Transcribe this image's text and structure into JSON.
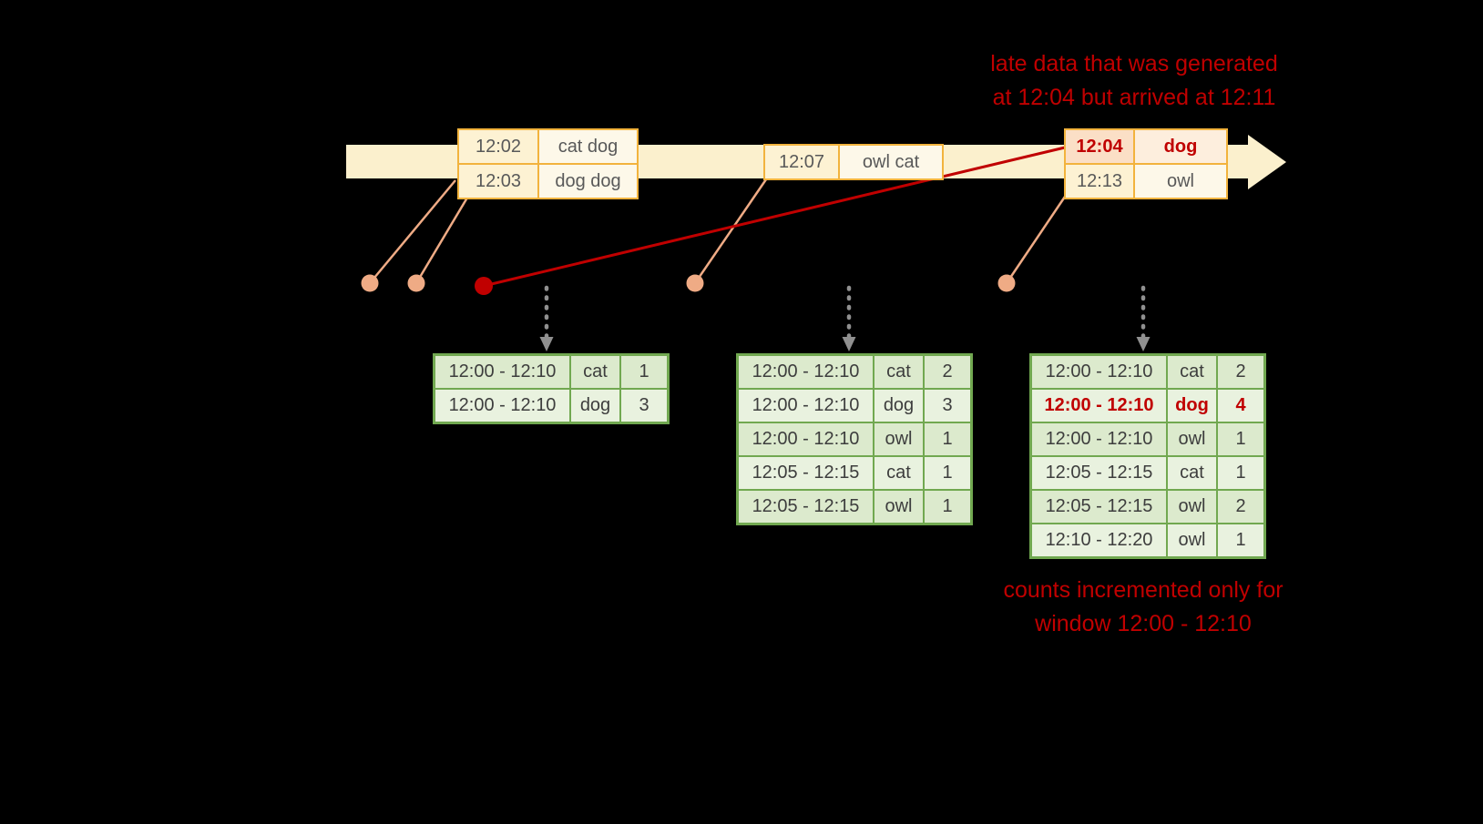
{
  "annotations": {
    "late_data": {
      "line1": "late data that was generated",
      "line2": "at 12:04 but arrived at 12:11"
    },
    "counts_note": {
      "line1": "counts incremented only for",
      "line2": "window 12:00 - 12:10"
    }
  },
  "timeline": {
    "events": [
      {
        "rows": [
          {
            "time": "12:02",
            "words": "cat dog"
          },
          {
            "time": "12:03",
            "words": "dog dog"
          }
        ]
      },
      {
        "rows": [
          {
            "time": "12:07",
            "words": "owl cat"
          }
        ]
      },
      {
        "rows": [
          {
            "time": "12:04",
            "words": "dog",
            "late": true
          },
          {
            "time": "12:13",
            "words": "owl"
          }
        ]
      }
    ]
  },
  "result_tables": [
    {
      "rows": [
        [
          "12:00 - 12:10",
          "cat",
          "1"
        ],
        [
          "12:00 - 12:10",
          "dog",
          "3"
        ]
      ]
    },
    {
      "rows": [
        [
          "12:00 - 12:10",
          "cat",
          "2"
        ],
        [
          "12:00 - 12:10",
          "dog",
          "3"
        ],
        [
          "12:00 - 12:10",
          "owl",
          "1"
        ],
        [
          "12:05 - 12:15",
          "cat",
          "1"
        ],
        [
          "12:05 - 12:15",
          "owl",
          "1"
        ]
      ]
    },
    {
      "rows": [
        [
          "12:00 - 12:10",
          "cat",
          "2"
        ],
        [
          "12:00 - 12:10",
          "dog",
          "4"
        ],
        [
          "12:00 - 12:10",
          "owl",
          "1"
        ],
        [
          "12:05 - 12:15",
          "cat",
          "1"
        ],
        [
          "12:05 - 12:15",
          "owl",
          "2"
        ],
        [
          "12:10 - 12:20",
          "owl",
          "1"
        ]
      ]
    }
  ],
  "colors": {
    "background": "#000000",
    "late_red": "#c00000",
    "timeline_fill": "#fbf0cd",
    "event_border": "#f2b33d",
    "dot_peach": "#efab85",
    "trigger_gray": "#909090",
    "table_border": "#71a850",
    "table_fill_a": "#dceacd",
    "table_fill_b": "#e9f2df"
  }
}
